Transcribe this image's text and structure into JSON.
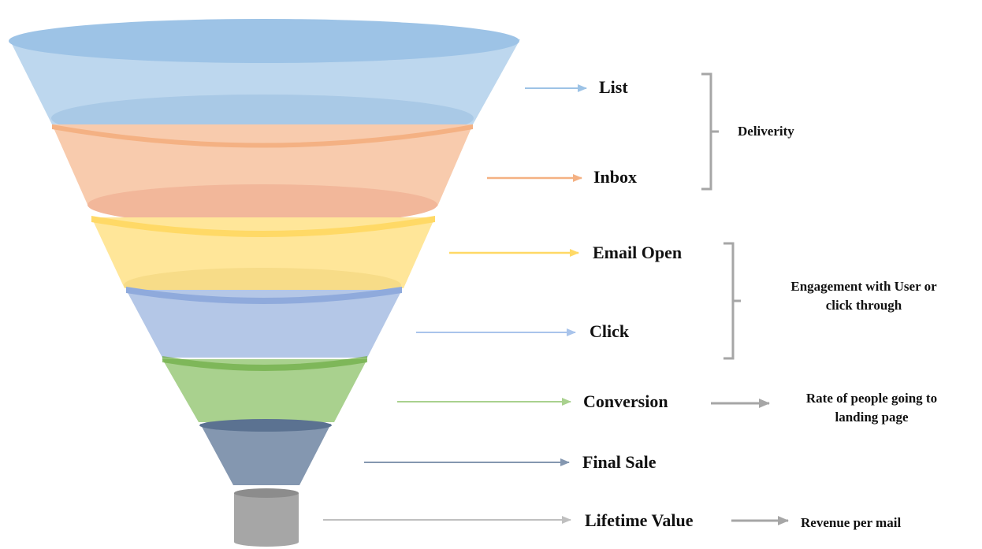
{
  "funnel": {
    "stages": [
      {
        "name": "List",
        "color": "#9dc3e6"
      },
      {
        "name": "Inbox",
        "color": "#f4b183"
      },
      {
        "name": "Email Open",
        "color": "#ffd966"
      },
      {
        "name": "Click",
        "color": "#a9c4eb"
      },
      {
        "name": "Conversion",
        "color": "#a9d18e"
      },
      {
        "name": "Final Sale",
        "color": "#8497b0"
      },
      {
        "name": "Lifetime Value",
        "color": "#a6a6a6"
      }
    ]
  },
  "groups": [
    {
      "label": "Deliverity"
    },
    {
      "label_line1": "Engagement with User or",
      "label_line2": "click through"
    }
  ],
  "notes": {
    "conversion_line1": "Rate of people going to",
    "conversion_line2": "landing page",
    "lifetime": "Revenue per mail"
  },
  "colors": {
    "bracket": "#a6a6a6",
    "note_arrow": "#a6a6a6"
  }
}
